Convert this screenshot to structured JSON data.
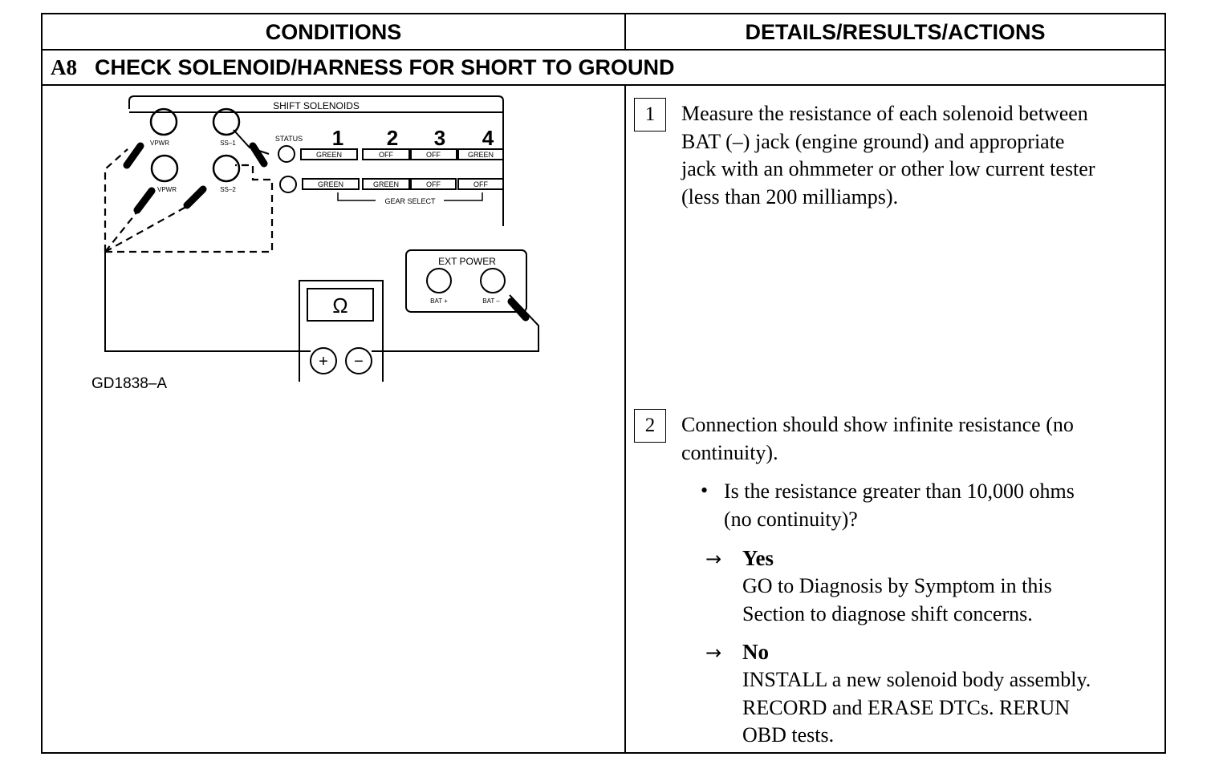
{
  "table": {
    "col_conditions": "CONDITIONS",
    "col_details": "DETAILS/RESULTS/ACTIONS"
  },
  "step": {
    "id": "A8",
    "title": "CHECK SOLENOID/HARNESS FOR SHORT TO GROUND"
  },
  "diagram": {
    "panel_title": "SHIFT SOLENOIDS",
    "jack_vpwr_top": "VPWR",
    "jack_ss1": "SS–1",
    "jack_vpwr_bottom": "VPWR",
    "jack_ss2": "SS–2",
    "status_label": "STATUS",
    "gear_numbers": [
      "1",
      "2",
      "3",
      "4"
    ],
    "row1_states": [
      "GREEN",
      "OFF",
      "OFF",
      "GREEN"
    ],
    "row2_states": [
      "GREEN",
      "GREEN",
      "OFF",
      "OFF"
    ],
    "gear_select_label": "GEAR SELECT",
    "ext_power_title": "EXT POWER",
    "bat_plus": "BAT +",
    "bat_minus": "BAT –",
    "meter_symbol": "Ω",
    "meter_plus": "+",
    "meter_minus": "−",
    "figure_id": "GD1838–A"
  },
  "details": {
    "step1_number": "1",
    "step1_lines": [
      "Measure the resistance of each solenoid between",
      "BAT (–) jack (engine ground) and appropriate",
      "jack with an ohmmeter or other low current tester",
      "(less than 200 milliamps)."
    ],
    "step2_number": "2",
    "step2_lines": [
      "Connection should show infinite resistance (no",
      "continuity)."
    ],
    "bullet_symbol": "•",
    "question_lines": [
      "Is the resistance greater than 10,000 ohms",
      "(no continuity)?"
    ],
    "arrow_symbol": "→",
    "yes_label": "Yes",
    "yes_lines": [
      "GO to Diagnosis by Symptom in this",
      "Section to diagnose shift concerns."
    ],
    "no_label": "No",
    "no_lines": [
      "INSTALL a new solenoid body assembly.",
      "RECORD and ERASE DTCs. RERUN",
      "OBD tests."
    ]
  }
}
